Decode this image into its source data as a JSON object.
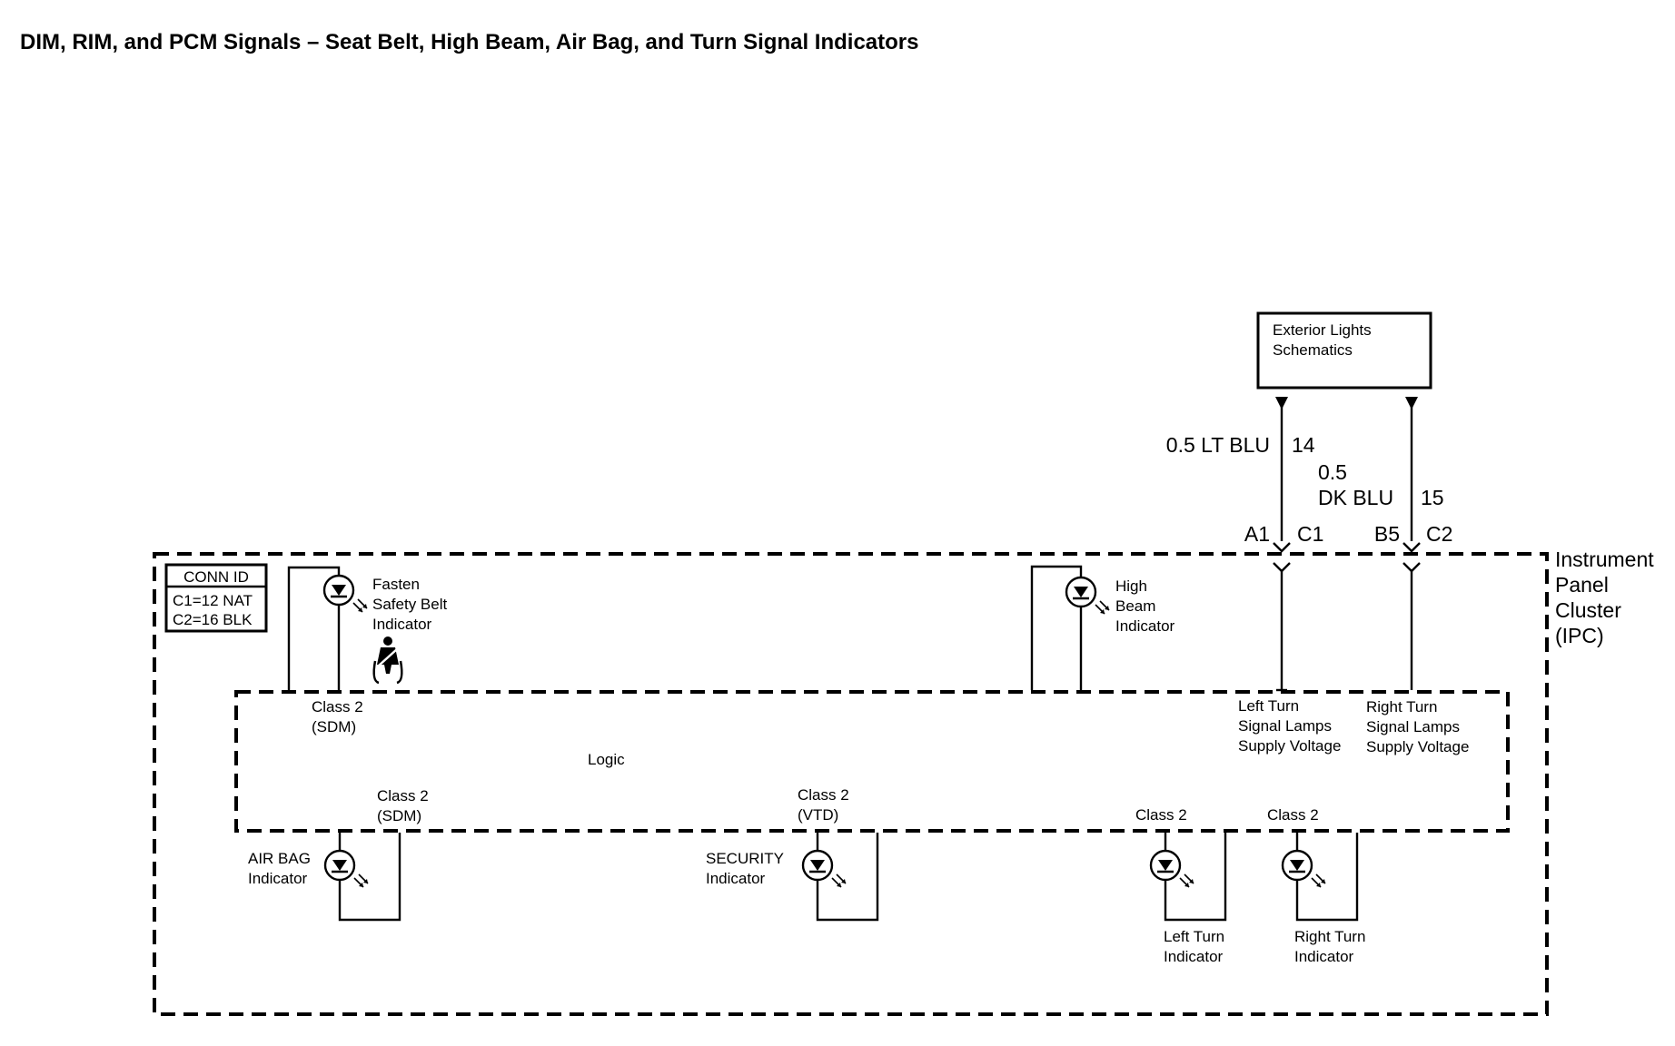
{
  "title": "DIM, RIM, and PCM Signals – Seat Belt, High Beam, Air Bag, and Turn Signal Indicators",
  "exterior_box": {
    "line1": "Exterior Lights",
    "line2": "Schematics"
  },
  "wires": {
    "left": {
      "color": "0.5 LT BLU",
      "circuit": "14",
      "pin": "A1",
      "connector": "C1"
    },
    "right": {
      "gauge": "0.5",
      "color": "DK BLU",
      "circuit": "15",
      "pin": "B5",
      "connector": "C2"
    }
  },
  "module": {
    "line1": "Instrument",
    "line2": "Panel",
    "line3": "Cluster",
    "line4": "(IPC)"
  },
  "conn_id": {
    "header": "CONN ID",
    "row1": "C1=12 NAT",
    "row2": "C2=16 BLK"
  },
  "logic_label": "Logic",
  "indicators": {
    "fasten_belt": {
      "line1": "Fasten",
      "line2": "Safety Belt",
      "line3": "Indicator"
    },
    "high_beam": {
      "line1": "High",
      "line2": "Beam",
      "line3": "Indicator"
    },
    "air_bag": {
      "line1": "AIR BAG",
      "line2": "Indicator"
    },
    "security": {
      "line1": "SECURITY",
      "line2": "Indicator"
    },
    "left_turn": {
      "line1": "Left Turn",
      "line2": "Indicator"
    },
    "right_turn": {
      "line1": "Right Turn",
      "line2": "Indicator"
    }
  },
  "signals": {
    "class2_sdm_top": {
      "line1": "Class 2",
      "line2": "(SDM)"
    },
    "class2_sdm_bottom": {
      "line1": "Class 2",
      "line2": "(SDM)"
    },
    "class2_vtd": {
      "line1": "Class 2",
      "line2": "(VTD)"
    },
    "class2_left_turn": {
      "line1": "Class 2"
    },
    "class2_right_turn": {
      "line1": "Class 2"
    },
    "left_supply": {
      "line1": "Left Turn",
      "line2": "Signal Lamps",
      "line3": "Supply Voltage"
    },
    "right_supply": {
      "line1": "Right Turn",
      "line2": "Signal Lamps",
      "line3": "Supply Voltage"
    }
  },
  "icons": {
    "seat_belt": "seat-belt-icon",
    "led": "led-icon"
  }
}
